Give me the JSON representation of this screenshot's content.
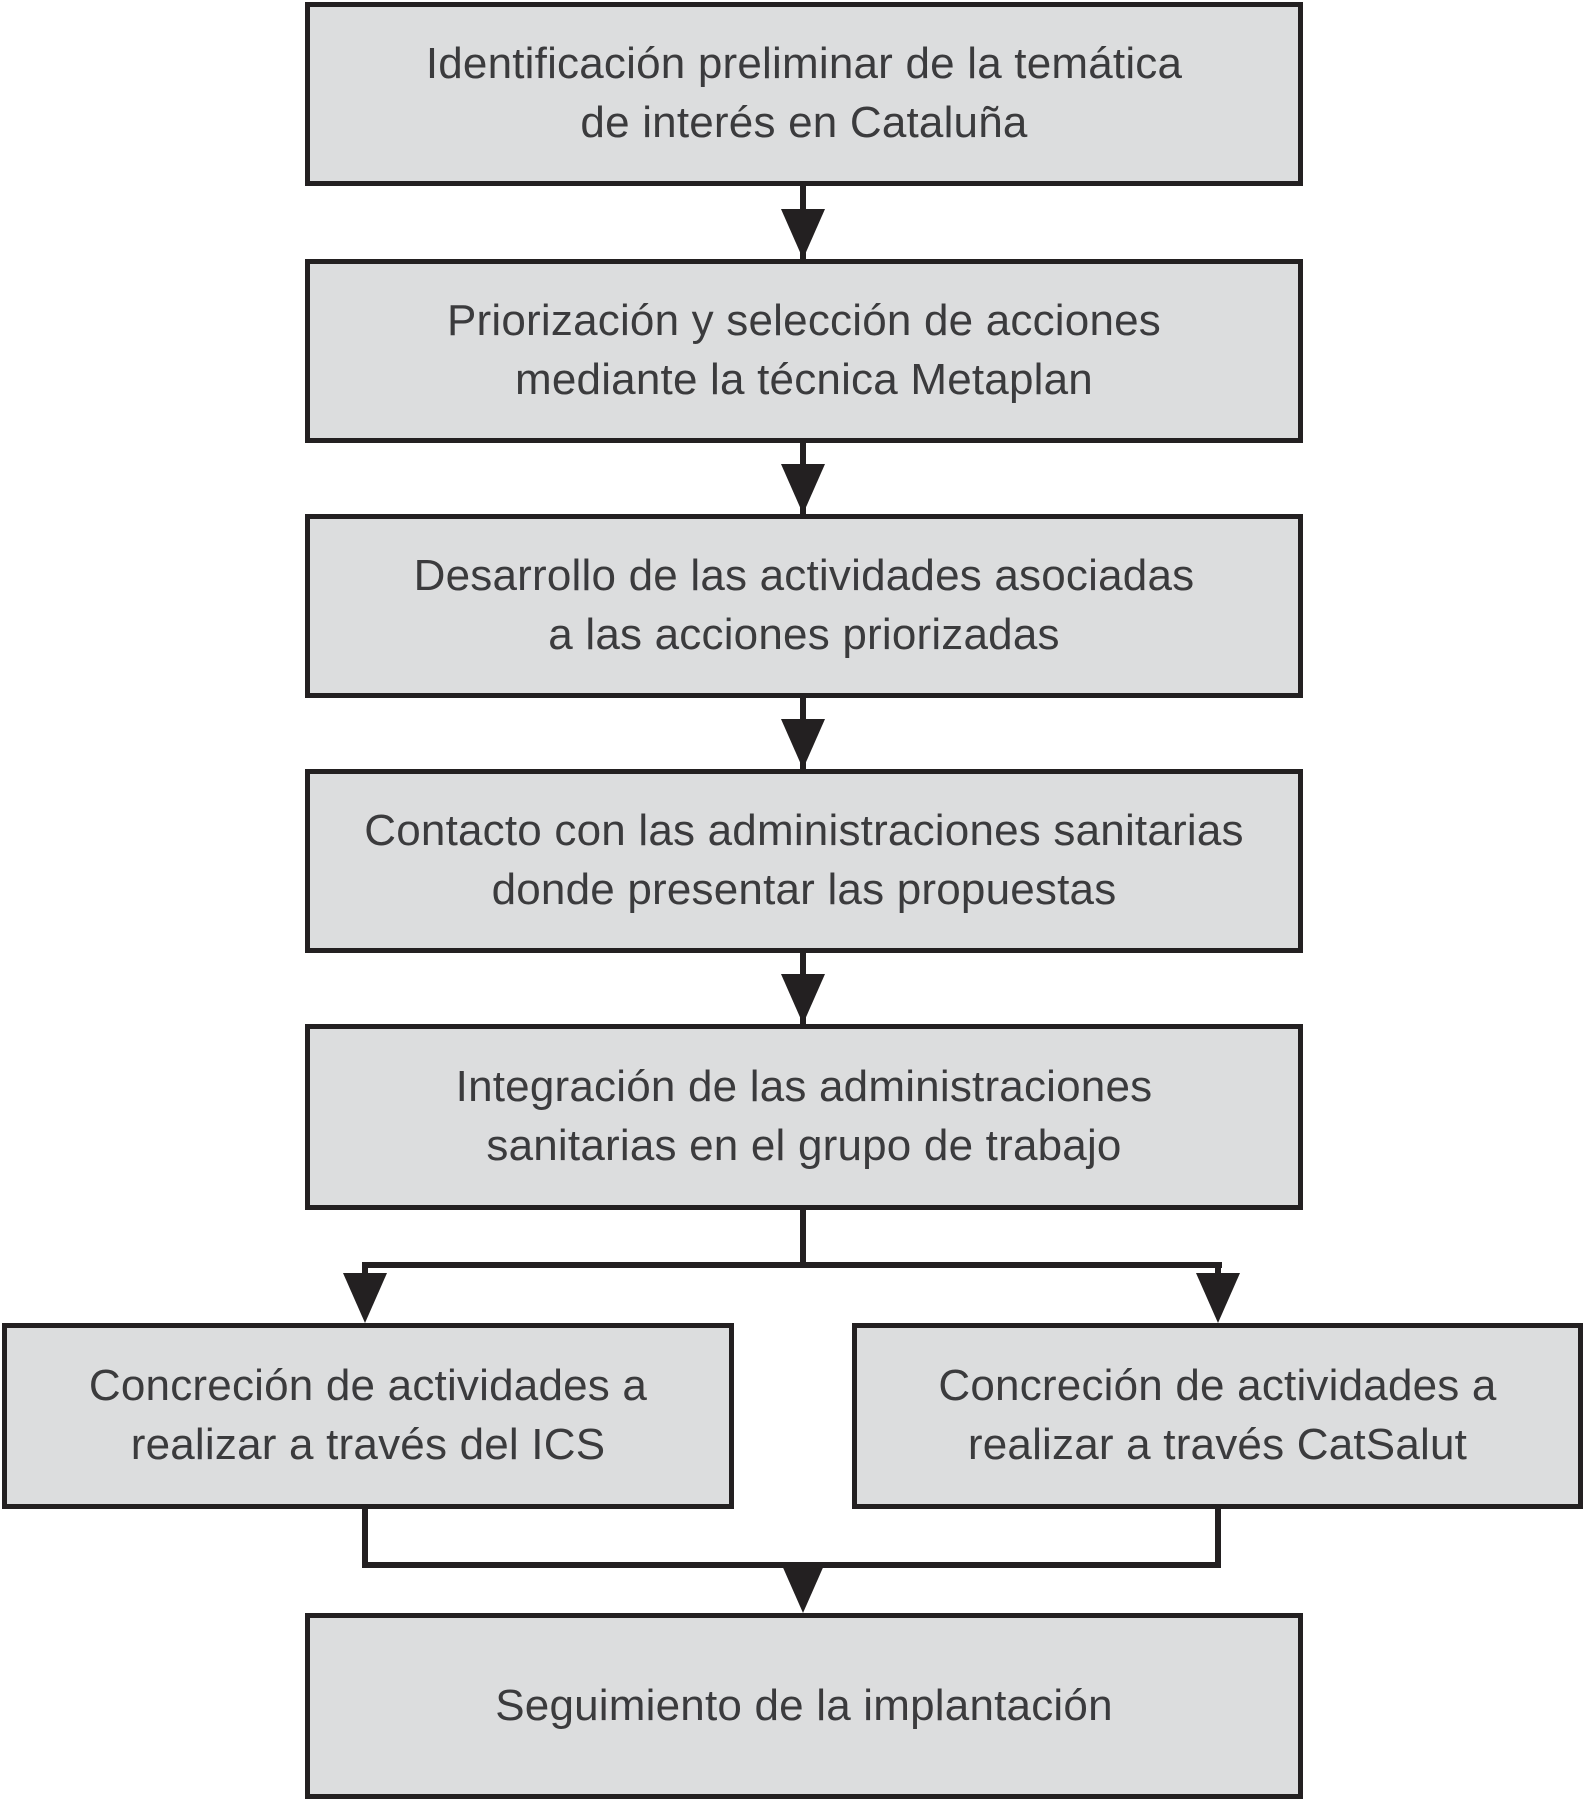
{
  "diagram": {
    "type": "flowchart",
    "language": "es",
    "colors": {
      "background": "#ffffff",
      "box_fill": "#dcddde",
      "box_border": "#232021",
      "connector": "#232021",
      "text": "#3b3b3d"
    },
    "nodes": {
      "step1": {
        "line1": "Identificación preliminar de la temática",
        "line2": "de interés en Cataluña"
      },
      "step2": {
        "line1": "Priorización y selección de acciones",
        "line2": "mediante la técnica Metaplan"
      },
      "step3": {
        "line1": "Desarrollo de las actividades asociadas",
        "line2": "a las acciones priorizadas"
      },
      "step4": {
        "line1": "Contacto con las administraciones sanitarias",
        "line2": "donde presentar las propuestas"
      },
      "step5": {
        "line1": "Integración de las administraciones",
        "line2": "sanitarias en el grupo de trabajo"
      },
      "branch_left": {
        "line1": "Concreción de actividades a",
        "line2": "realizar a través del ICS"
      },
      "branch_right": {
        "line1": "Concreción de actividades a",
        "line2": "realizar a través CatSalut"
      },
      "step7": {
        "line1": "Seguimiento de la implantación"
      }
    },
    "edges": [
      "step1->step2",
      "step2->step3",
      "step3->step4",
      "step4->step5",
      "step5->branch_left",
      "step5->branch_right",
      "branch_left->step7",
      "branch_right->step7"
    ]
  }
}
